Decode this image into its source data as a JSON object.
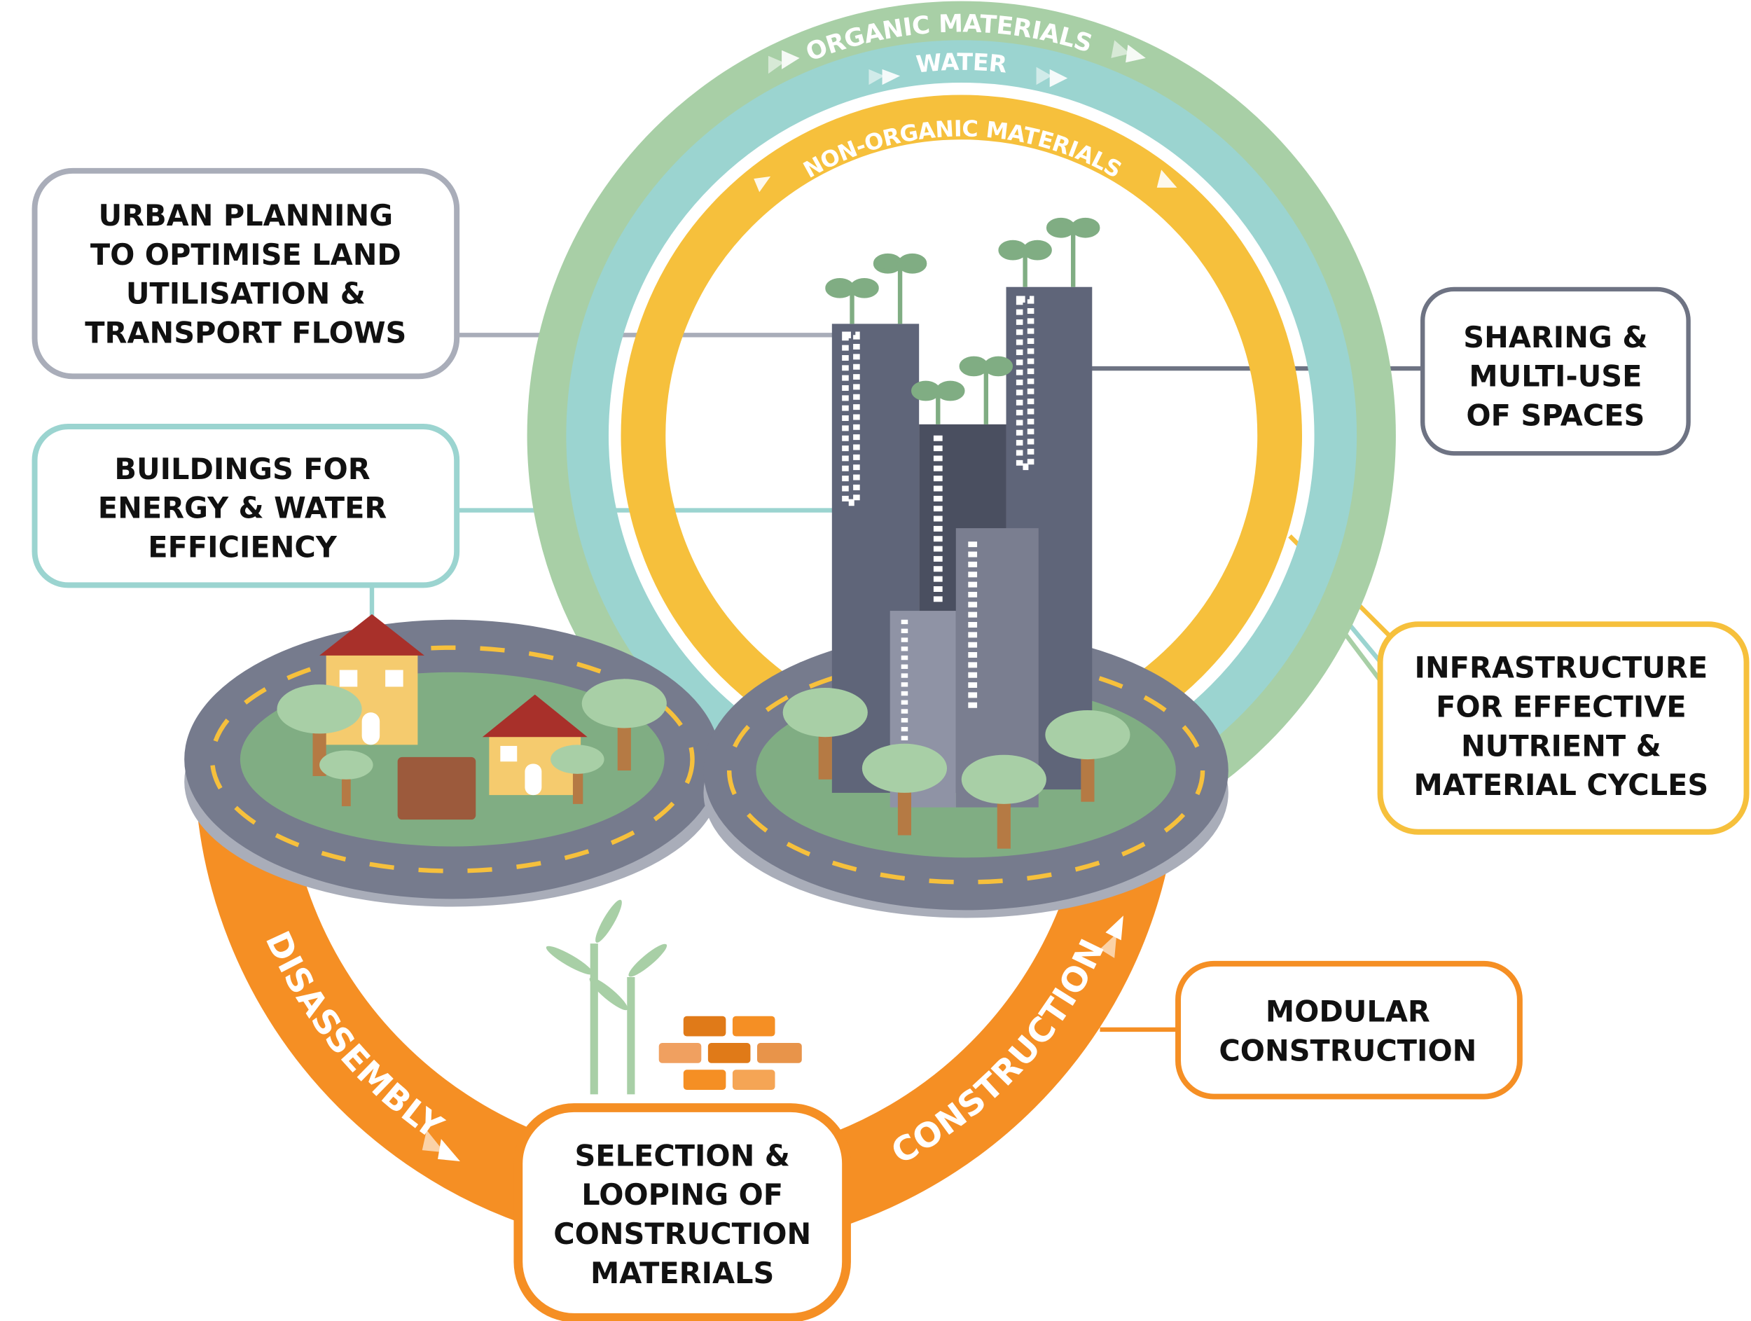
{
  "colors": {
    "organic": "#a8cfa6",
    "water": "#9bd4d0",
    "non_organic": "#f6c03c",
    "construction_loop": "#f58f24",
    "road": "#767b8d",
    "road_light": "#a9adb9",
    "grass": "#80ad83",
    "building_dark": "#5f6579"
  },
  "rings": {
    "organic": "ORGANIC MATERIALS",
    "water": "WATER",
    "non_organic": "NON-ORGANIC MATERIALS"
  },
  "loop": {
    "disassembly": "DISASSEMBLY",
    "construction": "CONSTRUCTION"
  },
  "boxes": {
    "urban_planning": [
      "URBAN PLANNING",
      "TO OPTIMISE LAND",
      "UTILISATION &",
      "TRANSPORT FLOWS"
    ],
    "buildings": [
      "BUILDINGS FOR",
      "ENERGY & WATER",
      "EFFICIENCY"
    ],
    "sharing": [
      "SHARING &",
      "MULTI-USE",
      "OF SPACES"
    ],
    "infrastructure": [
      "INFRASTRUCTURE",
      "FOR EFFECTIVE",
      "NUTRIENT &",
      "MATERIAL CYCLES"
    ],
    "modular": [
      "MODULAR",
      "CONSTRUCTION"
    ],
    "selection": [
      "SELECTION &",
      "LOOPING OF",
      "CONSTRUCTION",
      "MATERIALS"
    ]
  }
}
